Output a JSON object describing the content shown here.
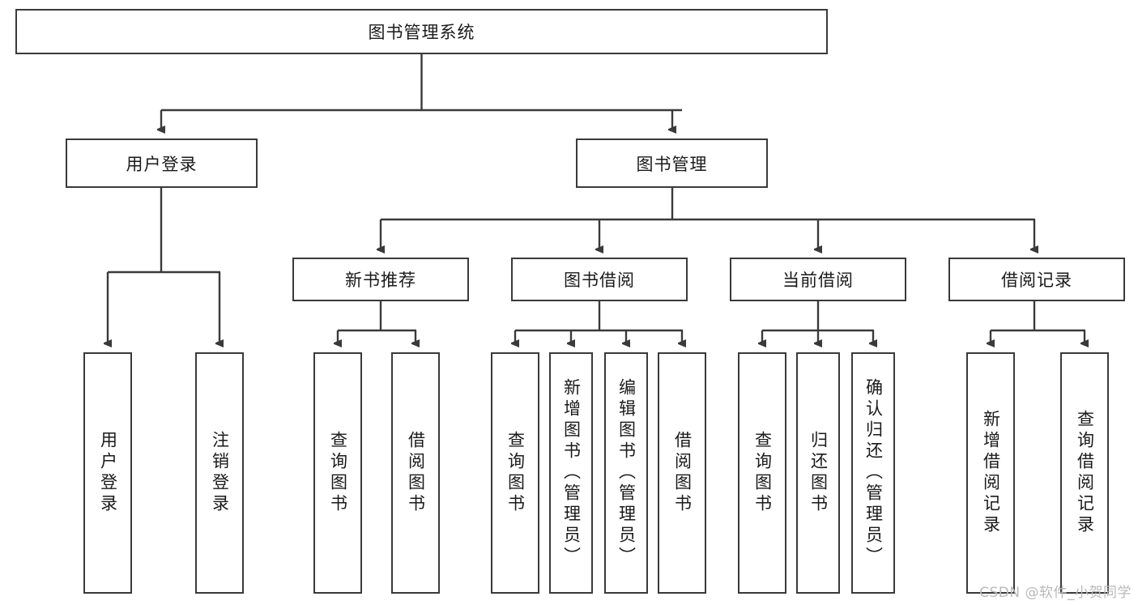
{
  "diagram": {
    "type": "tree-hierarchy",
    "orientation": "top-down",
    "root": {
      "id": "root",
      "label": "图书管理系统"
    },
    "level2": [
      {
        "id": "user-login",
        "label": "用户登录"
      },
      {
        "id": "book-management",
        "label": "图书管理"
      }
    ],
    "level3": [
      {
        "id": "new-book-recommend",
        "label": "新书推荐",
        "parent": "book-management"
      },
      {
        "id": "book-borrow",
        "label": "图书借阅",
        "parent": "book-management"
      },
      {
        "id": "current-borrow",
        "label": "当前借阅",
        "parent": "book-management"
      },
      {
        "id": "borrow-record",
        "label": "借阅记录",
        "parent": "book-management"
      }
    ],
    "leaves": {
      "user_login": [
        {
          "id": "leaf-user-login",
          "label": "用户登录"
        },
        {
          "id": "leaf-logout-login",
          "label": "注销登录"
        }
      ],
      "new_book_recommend": [
        {
          "id": "leaf-query-book-1",
          "label": "查询图书"
        },
        {
          "id": "leaf-borrow-book-1",
          "label": "借阅图书"
        }
      ],
      "book_borrow": [
        {
          "id": "leaf-query-book-2",
          "label": "查询图书"
        },
        {
          "id": "leaf-add-book",
          "label": "新增图书（管理员）"
        },
        {
          "id": "leaf-edit-book",
          "label": "编辑图书（管理员）"
        },
        {
          "id": "leaf-borrow-book-2",
          "label": "借阅图书"
        }
      ],
      "current_borrow": [
        {
          "id": "leaf-query-book-3",
          "label": "查询图书"
        },
        {
          "id": "leaf-return-book",
          "label": "归还图书"
        },
        {
          "id": "leaf-confirm-return",
          "label": "确认归还（管理员）"
        }
      ],
      "borrow_record": [
        {
          "id": "leaf-add-record",
          "label": "新增借阅记录"
        },
        {
          "id": "leaf-query-record",
          "label": "查询借阅记录"
        }
      ]
    }
  },
  "watermark": {
    "text": "CSDN @软件_小贺同学"
  },
  "colors": {
    "stroke": "#3a3a3a",
    "fill": "#ffffff",
    "text": "#1a1a1a",
    "watermark": "#b9b9b9"
  }
}
